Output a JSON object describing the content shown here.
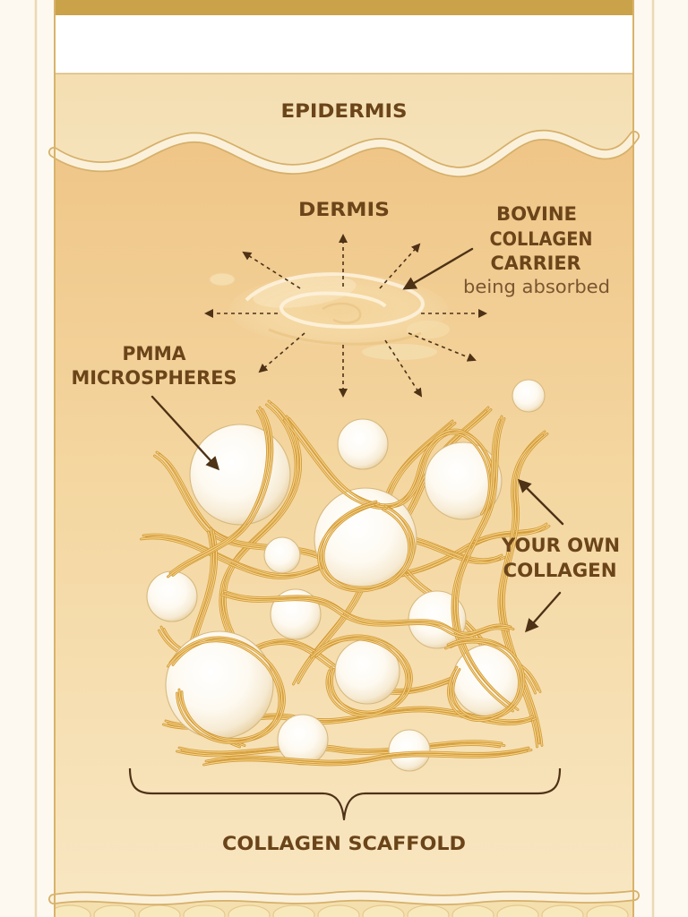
{
  "layers": {
    "epidermis_label": "EPIDERMIS",
    "dermis_label": "DERMIS"
  },
  "carrier_label": {
    "lines": [
      "BOVINE",
      "COLLAGEN",
      "CARRIER"
    ],
    "note": "being absorbed"
  },
  "microspheres_label": {
    "lines": [
      "PMMA",
      "MICROSPHERES"
    ]
  },
  "own_collagen_label": {
    "lines": [
      "YOUR OWN",
      "COLLAGEN"
    ]
  },
  "scaffold_label": "COLLAGEN SCAFFOLD",
  "colors": {
    "label_text": "#6b4419",
    "note_text": "#7a5530",
    "arrow": "#4e3216",
    "fiber": "#d39a38",
    "fiber_highlight": "#f5d489",
    "frame_gold": "#c9a24a",
    "epidermis": "#f6e4bd",
    "dermis_top": "#efc587",
    "dermis_bottom": "#f8e7c3"
  }
}
